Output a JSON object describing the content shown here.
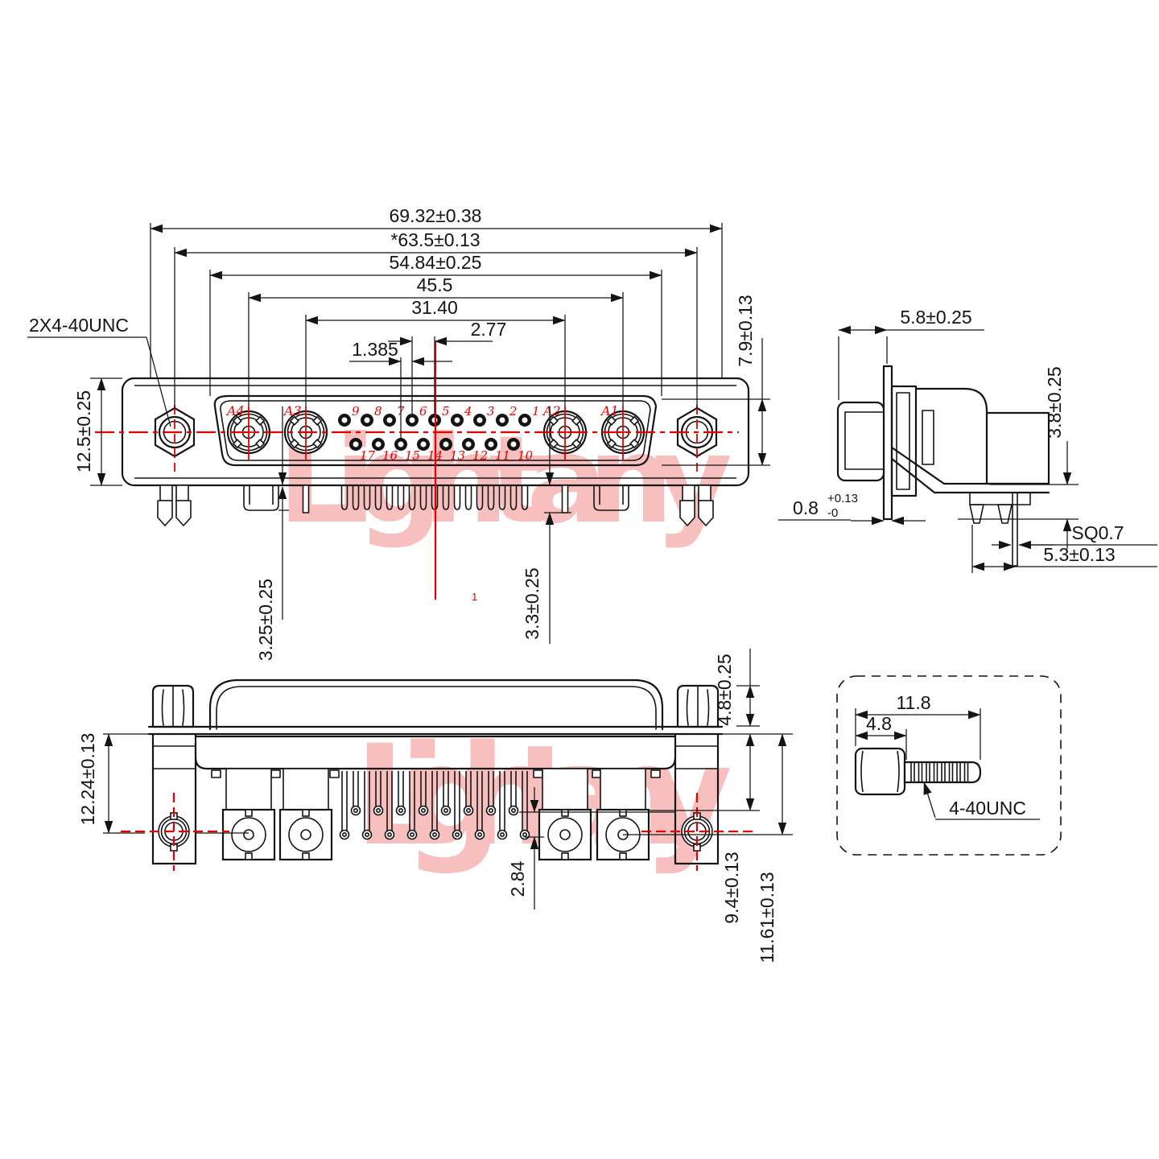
{
  "watermark": "Lightany",
  "marker": "1",
  "front_view": {
    "thread_label": "2X4-40UNC",
    "dim_overall_width": "69.32±0.38",
    "dim_mount_span": "*63.5±0.13",
    "dim_shroud_span": "54.84±0.25",
    "dim_coax_outer_span": "45.5",
    "dim_coax_inner_span": "31.40",
    "dim_pin_pitch": "2.77",
    "dim_row_offset": "1.385",
    "dim_flange_height": "12.5±0.25",
    "dim_shroud_height": "7.9±0.13",
    "dim_left_leg": "3.25±0.25",
    "dim_right_leg": "3.3±0.25",
    "coax_labels": [
      "A4",
      "A3",
      "A2",
      "A1"
    ],
    "pin_numbers_top": [
      "9",
      "8",
      "7",
      "6",
      "5",
      "4",
      "3",
      "2",
      "1"
    ],
    "pin_numbers_bottom": [
      "17",
      "16",
      "15",
      "14",
      "13",
      "12",
      "11",
      "10"
    ]
  },
  "side_view": {
    "dim_bushing_depth": "5.8±0.25",
    "dim_standoff_height": "3.8±0.25",
    "dim_flange_thickness": "0.8",
    "dim_flange_tol_plus": "+0.13",
    "dim_flange_tol_minus": "-0",
    "dim_pin_square": "SQ0.7",
    "dim_pin_offset": "5.3±0.13"
  },
  "bottom_view": {
    "dim_hole_offset": "12.24±0.13",
    "dim_tail_offset": "2.84",
    "dim_standoff_width": "4.8±0.25",
    "dim_row1_depth": "9.4±0.13",
    "dim_row2_depth": "11.61±0.13"
  },
  "detail_view": {
    "dim_total_length": "11.8",
    "dim_head_length": "4.8",
    "thread_label": "4-40UNC"
  },
  "colors": {
    "line": "#141414",
    "accent_red": "#e60000",
    "watermark_pink": "#f7b0b0"
  }
}
